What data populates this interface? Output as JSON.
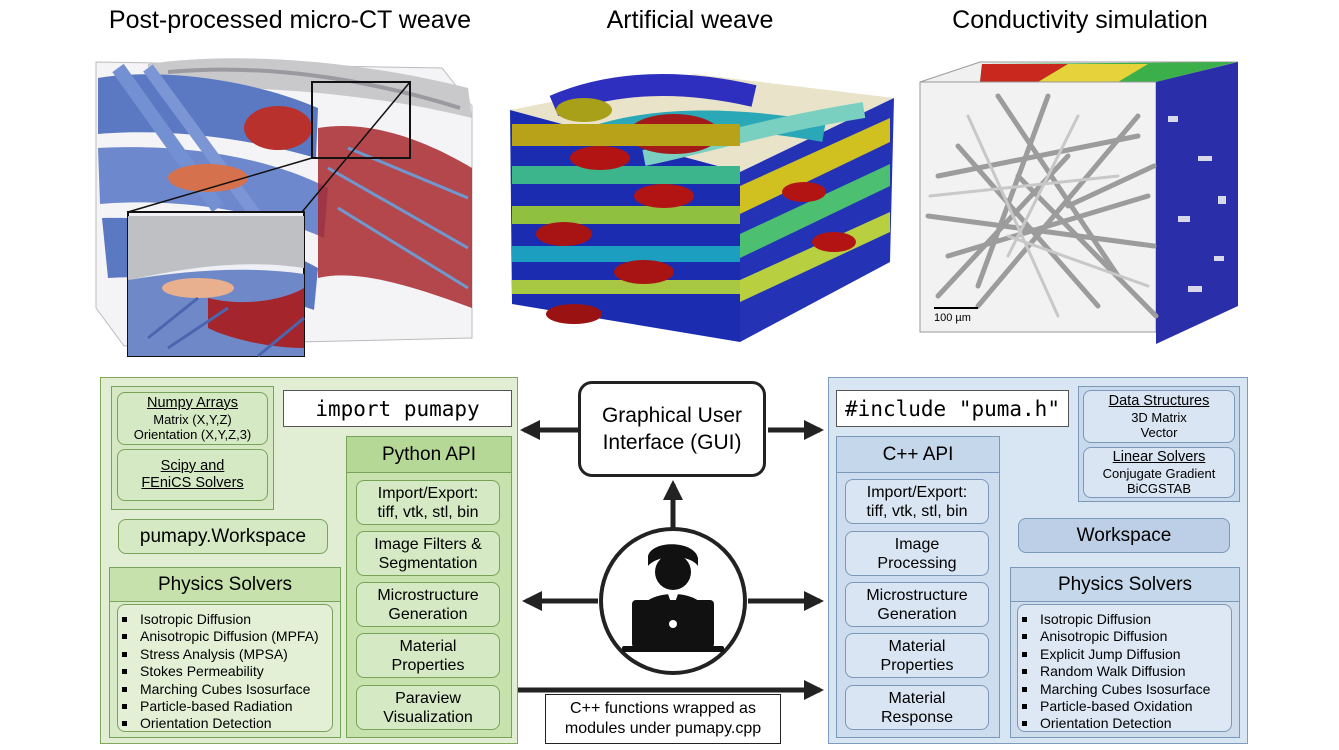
{
  "titles": {
    "left": "Post-processed micro-CT weave",
    "middle": "Artificial weave",
    "right": "Conductivity simulation"
  },
  "scale_bar": "100 µm",
  "python_side": {
    "numpy_title": "Numpy Arrays",
    "numpy_lines": [
      "Matrix (X,Y,Z)",
      "Orientation (X,Y,Z,3)"
    ],
    "scipy_lines": [
      "Scipy and",
      "FEniCS Solvers"
    ],
    "import_code": "import pumapy",
    "api_title": "Python API",
    "workspace": "pumapy.Workspace",
    "solvers_title": "Physics Solvers",
    "solvers": [
      "Isotropic Diffusion",
      "Anisotropic Diffusion (MPFA)",
      "Stress Analysis (MPSA)",
      "Stokes Permeability",
      "Marching Cubes Isosurface",
      "Particle-based Radiation",
      "Orientation Detection"
    ],
    "modules": [
      [
        "Import/Export:",
        "tiff, vtk, stl, bin"
      ],
      [
        "Image Filters &",
        "Segmentation"
      ],
      [
        "Microstructure",
        "Generation"
      ],
      [
        "Material",
        "Properties"
      ],
      [
        "Paraview",
        "Visualization"
      ]
    ]
  },
  "gui": [
    "Graphical User",
    "Interface (GUI)"
  ],
  "wrap_note": [
    "C++ functions wrapped as",
    "modules under pumapy.cpp"
  ],
  "cpp_side": {
    "include_code": "#include \"puma.h\"",
    "ds_title": "Data Structures",
    "ds_lines": [
      "3D Matrix",
      "Vector"
    ],
    "ls_title": "Linear Solvers",
    "ls_lines": [
      "Conjugate Gradient",
      "BiCGSTAB"
    ],
    "api_title": "C++ API",
    "workspace": "Workspace",
    "solvers_title": "Physics Solvers",
    "solvers": [
      "Isotropic Diffusion",
      "Anisotropic Diffusion",
      "Explicit Jump Diffusion",
      "Random Walk Diffusion",
      "Marching Cubes Isosurface",
      "Particle-based Oxidation",
      "Orientation Detection"
    ],
    "modules": [
      [
        "Import/Export:",
        "tiff, vtk, stl, bin"
      ],
      [
        "Image",
        "Processing"
      ],
      [
        "Microstructure",
        "Generation"
      ],
      [
        "Material",
        "Properties"
      ],
      [
        "Material",
        "Response"
      ]
    ]
  },
  "colors": {
    "python_panel": "#e2eed4",
    "cpp_panel": "#d8e6f3",
    "arrow": "#222222"
  }
}
